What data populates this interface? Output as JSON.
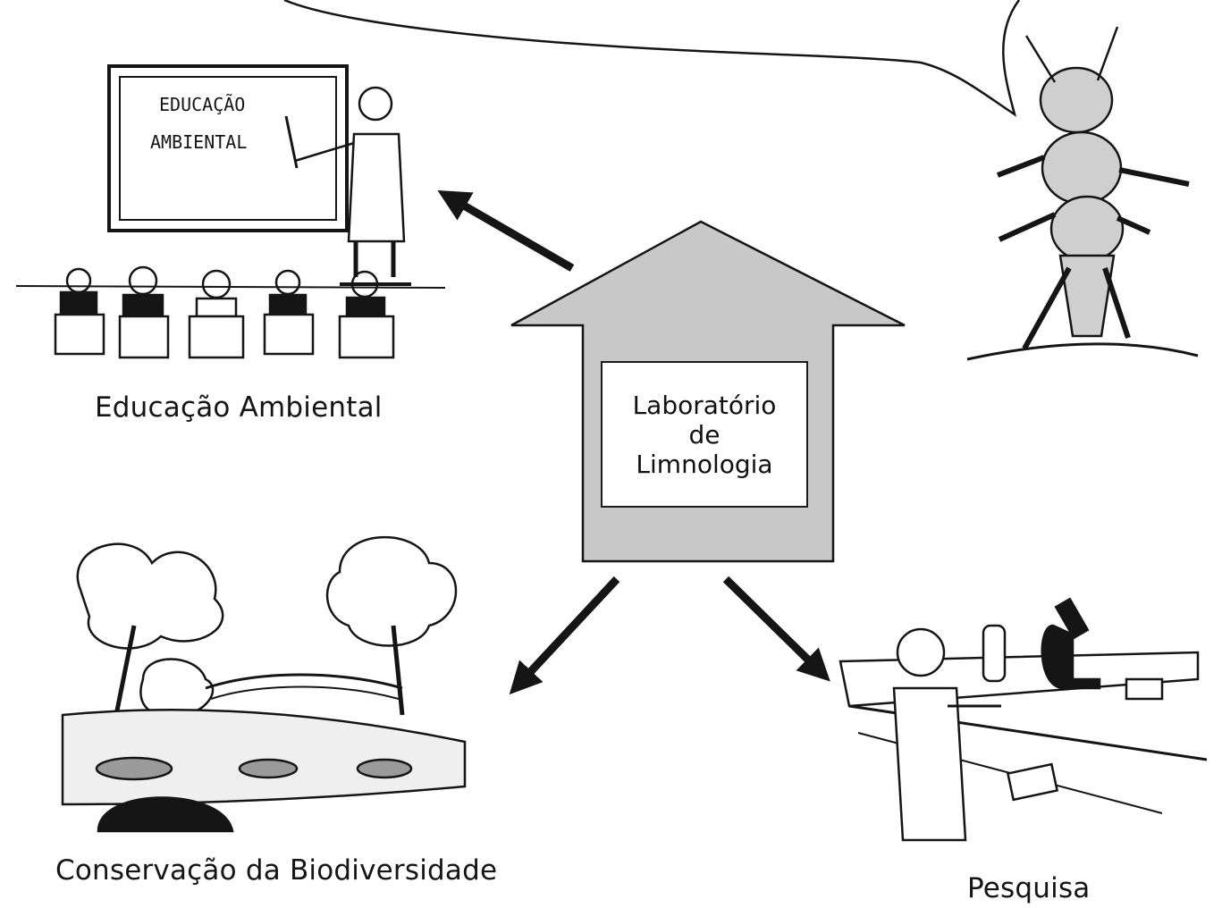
{
  "speech_bubble_text": "",
  "center": {
    "line1": "Laboratório",
    "line2": "de",
    "line3": "Limnologia"
  },
  "blackboard": {
    "line1": "EDUCAÇÃO",
    "line2": "AMBIENTAL"
  },
  "captions": {
    "education": "Educação Ambiental",
    "conservation": "Conservação da Biodiversidade",
    "research": "Pesquisa"
  },
  "colors": {
    "arrow_fill": "#c8c8c8",
    "ink": "#151515",
    "background": "#ffffff"
  }
}
